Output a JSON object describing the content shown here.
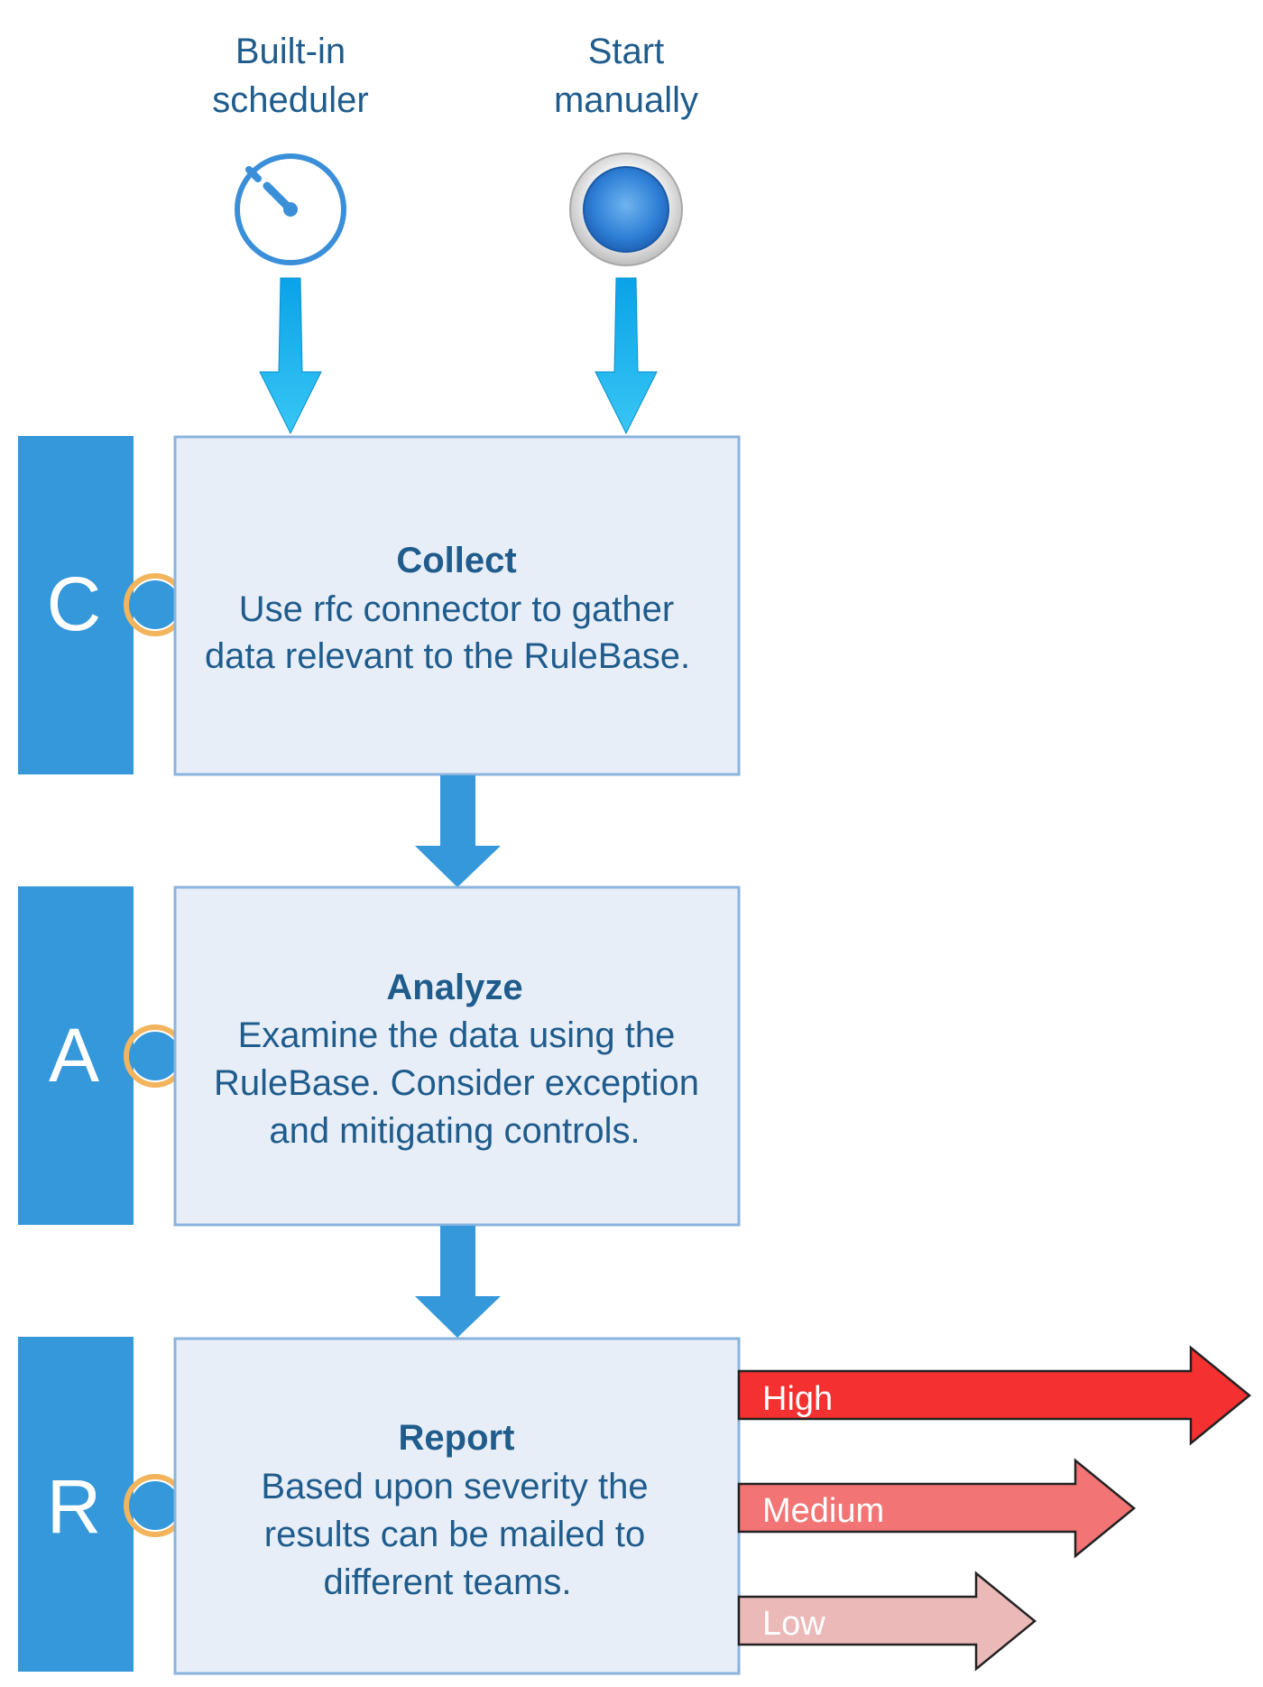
{
  "triggers": {
    "scheduler": {
      "line1": "Built-in",
      "line2": "scheduler",
      "icon": "stopwatch-icon"
    },
    "manual": {
      "line1": "Start",
      "line2": "manually",
      "icon": "start-button-icon"
    }
  },
  "stages": [
    {
      "letter": "C",
      "title": "Collect",
      "lines": [
        "Use rfc connector to gather",
        "data relevant to the RuleBase."
      ]
    },
    {
      "letter": "A",
      "title": "Analyze",
      "lines": [
        "Examine the data using the",
        "RuleBase. Consider exception",
        "and mitigating controls."
      ]
    },
    {
      "letter": "R",
      "title": "Report",
      "lines": [
        "Based upon severity the",
        "results can be mailed to",
        "different teams."
      ]
    }
  ],
  "severity": [
    {
      "label": "High",
      "color": "#f53030"
    },
    {
      "label": "Medium",
      "color": "#f27474"
    },
    {
      "label": "Low",
      "color": "#ecb9b9"
    }
  ],
  "colors": {
    "text": "#1f5c8c",
    "stage_bar": "#3498db",
    "box_fill": "#e8eef8",
    "box_border": "#8ab4de",
    "connector_ring": "#f2b45c",
    "trigger_arrow": "#00b0f0",
    "flow_arrow": "#3498db",
    "icon_blue": "#3a8fd8"
  }
}
